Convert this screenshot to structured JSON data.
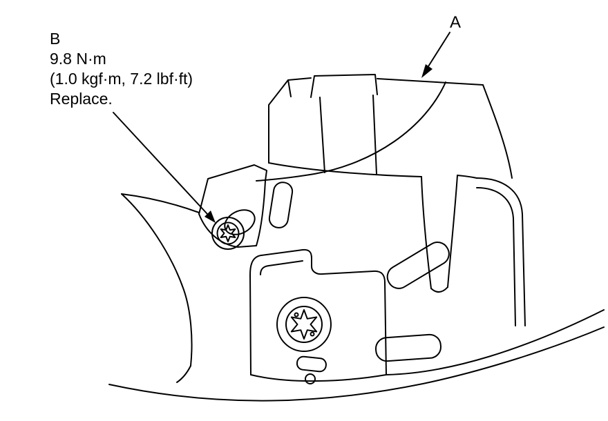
{
  "figure": {
    "background_color": "#ffffff",
    "line_color": "#000000",
    "kind": "service-manual line illustration"
  },
  "callout_a": {
    "label": "A"
  },
  "callout_b": {
    "label": "B",
    "torque_nm": "9.8 N·m",
    "torque_alt": "(1.0 kgf·m, 7.2 lbf·ft)",
    "instruction": "Replace."
  }
}
